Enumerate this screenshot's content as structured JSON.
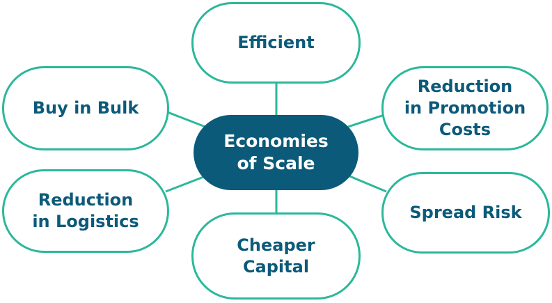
{
  "diagram": {
    "center": {
      "label": "Economies\nof Scale"
    },
    "nodes": {
      "efficient": "Efficient",
      "buy_in_bulk": "Buy in Bulk",
      "reduction_promotion": "Reduction\nin Promotion\nCosts",
      "reduction_logistics": "Reduction\nin Logistics",
      "spread_risk": "Spread Risk",
      "cheaper_capital": "Cheaper\nCapital"
    },
    "colors": {
      "center_fill": "#0c5a7a",
      "node_border": "#2bb89a",
      "node_text": "#0c5a7a",
      "center_text": "#ffffff"
    }
  }
}
